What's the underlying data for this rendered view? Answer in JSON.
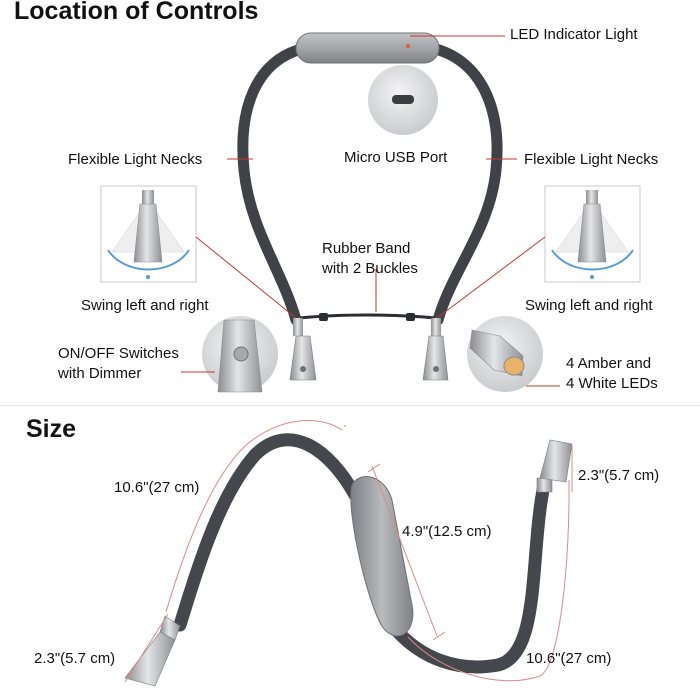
{
  "section_controls": {
    "title": "Location of Controls"
  },
  "section_size": {
    "title": "Size"
  },
  "labels": {
    "led_indicator": "LED Indicator Light",
    "micro_usb": "Micro USB Port",
    "necks_left": "Flexible Light Necks",
    "necks_right": "Flexible Light Necks",
    "rubber_band_1": "Rubber Band",
    "rubber_band_2": "with 2 Buckles",
    "swing_left": "Swing left and right",
    "swing_right": "Swing left and right",
    "switch_1": "ON/OFF Switches",
    "switch_2": "with Dimmer",
    "leds_1": "4 Amber and",
    "leds_2": "4 White LEDs"
  },
  "dimensions": {
    "left_neck": "10.6\"(27 cm)",
    "center_body": "4.9\"(12.5 cm)",
    "right_head": "2.3\"(5.7 cm)",
    "left_head": "2.3\"(5.7 cm)",
    "right_neck": "10.6\"(27 cm)"
  },
  "colors": {
    "callout_line": "#c0392b",
    "neck": "#4a4d52",
    "housing": "#9a9ca0",
    "metal": "#c9cbce"
  }
}
